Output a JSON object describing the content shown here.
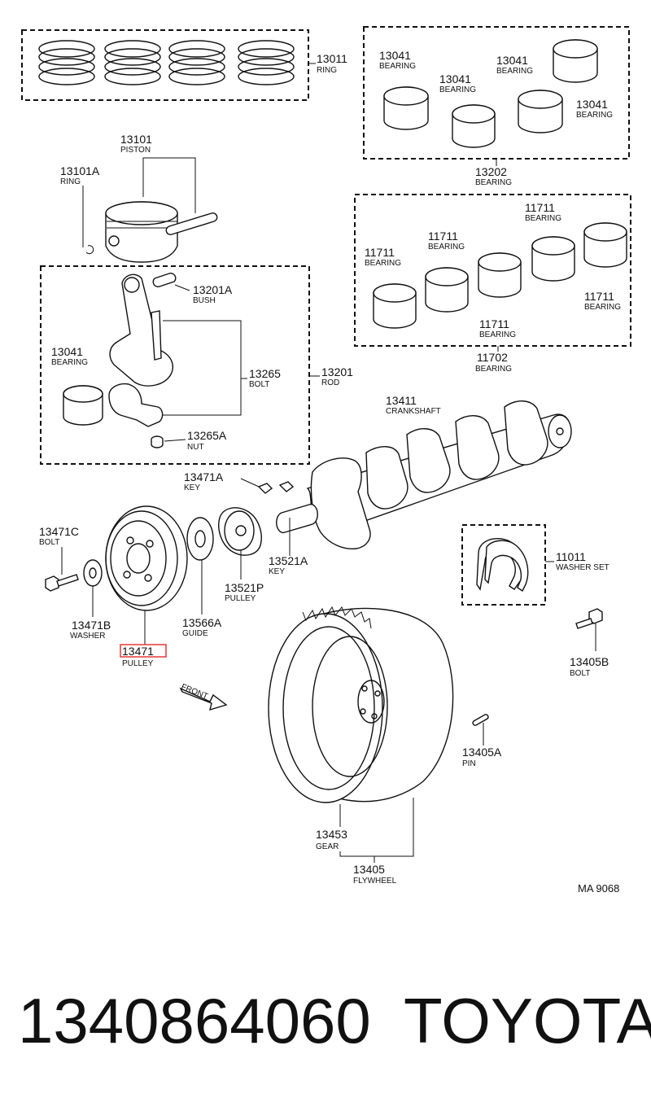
{
  "diagram_code": "MA 9068",
  "front_label": "FRONT",
  "highlight_color": "#e53935",
  "callouts": {
    "ring_set": {
      "num": "13011",
      "name": "RING"
    },
    "bearing_a": {
      "num": "13041",
      "name": "BEARING"
    },
    "bearing_b": {
      "num": "13041",
      "name": "BEARING"
    },
    "bearing_c": {
      "num": "13041",
      "name": "BEARING"
    },
    "bearing_d": {
      "num": "13041",
      "name": "BEARING"
    },
    "bearing_set_13202": {
      "num": "13202",
      "name": "BEARING"
    },
    "piston": {
      "num": "13101",
      "name": "PISTON"
    },
    "piston_ring": {
      "num": "13101A",
      "name": "RING"
    },
    "main_bearing_a": {
      "num": "11711",
      "name": "BEARING"
    },
    "main_bearing_b": {
      "num": "11711",
      "name": "BEARING"
    },
    "main_bearing_c": {
      "num": "11711",
      "name": "BEARING"
    },
    "main_bearing_d": {
      "num": "11711",
      "name": "BEARING"
    },
    "main_bearing_e": {
      "num": "11711",
      "name": "BEARING"
    },
    "main_bearing_set": {
      "num": "11702",
      "name": "BEARING"
    },
    "bush": {
      "num": "13201A",
      "name": "BUSH"
    },
    "rod_bearing": {
      "num": "13041",
      "name": "BEARING"
    },
    "rod_bolt": {
      "num": "13265",
      "name": "BOLT"
    },
    "rod": {
      "num": "13201",
      "name": "ROD"
    },
    "rod_nut": {
      "num": "13265A",
      "name": "NUT"
    },
    "crankshaft": {
      "num": "13411",
      "name": "CRANKSHAFT"
    },
    "pulley_key": {
      "num": "13471A",
      "name": "KEY"
    },
    "pulley_bolt": {
      "num": "13471C",
      "name": "BOLT"
    },
    "crank_key": {
      "num": "13521A",
      "name": "KEY"
    },
    "washer_set": {
      "num": "11011",
      "name": "WASHER SET"
    },
    "timing_pulley": {
      "num": "13521P",
      "name": "PULLEY"
    },
    "washer": {
      "num": "13471B",
      "name": "WASHER"
    },
    "guide": {
      "num": "13566A",
      "name": "GUIDE"
    },
    "crank_pulley": {
      "num": "13471",
      "name": "PULLEY"
    },
    "flywheel_bolt": {
      "num": "13405B",
      "name": "BOLT"
    },
    "pin": {
      "num": "13405A",
      "name": "PIN"
    },
    "ring_gear": {
      "num": "13453",
      "name": "GEAR"
    },
    "flywheel": {
      "num": "13405",
      "name": "FLYWHEEL"
    }
  },
  "footer": {
    "part_number": "1340864060",
    "brand": "TOYOTA"
  }
}
